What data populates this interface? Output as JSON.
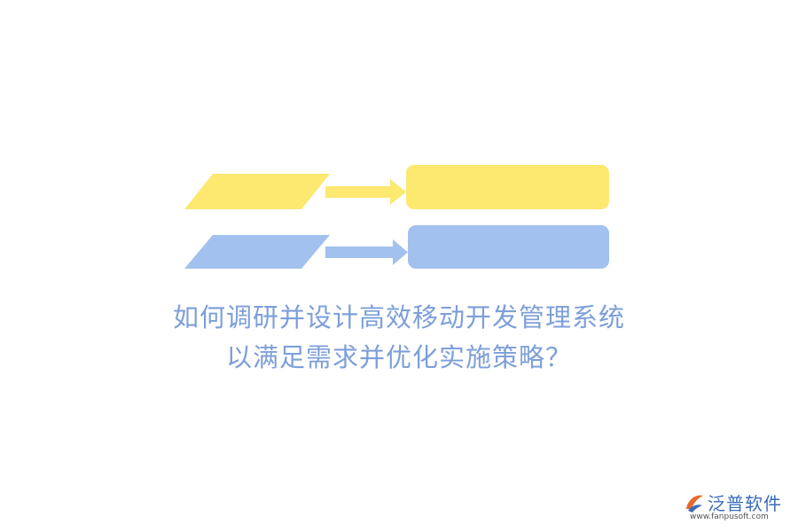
{
  "title": {
    "line1": "如何调研并设计高效移动开发管理系统",
    "line2": "以满足需求并优化实施策略？"
  },
  "colors": {
    "yellow": "#fde870",
    "blue": "#a3c1ef",
    "title": "#7d9fd9"
  },
  "brand": {
    "name": "泛普软件",
    "url": "www.fanpusoft.com",
    "icon": "fanpu-logo-icon"
  }
}
